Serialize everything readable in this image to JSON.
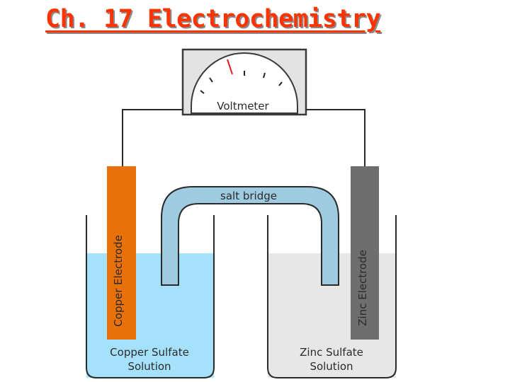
{
  "slide": {
    "title": "Ch. 17 Electrochemistry"
  },
  "diagram": {
    "voltmeter_label": "Voltmeter",
    "salt_bridge_label": "salt bridge",
    "left_electrode_label": "Copper Electrode",
    "right_electrode_label": "Zinc Electrode",
    "left_solution_line1": "Copper Sulfate",
    "left_solution_line2": "Solution",
    "right_solution_line1": "Zinc Sulfate",
    "right_solution_line2": "Solution",
    "colors": {
      "copper": "#e8710b",
      "zinc": "#6e6e6e",
      "copper_solution": "#a6e1fb",
      "zinc_solution": "#e7e7e7",
      "salt_bridge": "#9fcbe0",
      "needle": "#e02020"
    }
  }
}
